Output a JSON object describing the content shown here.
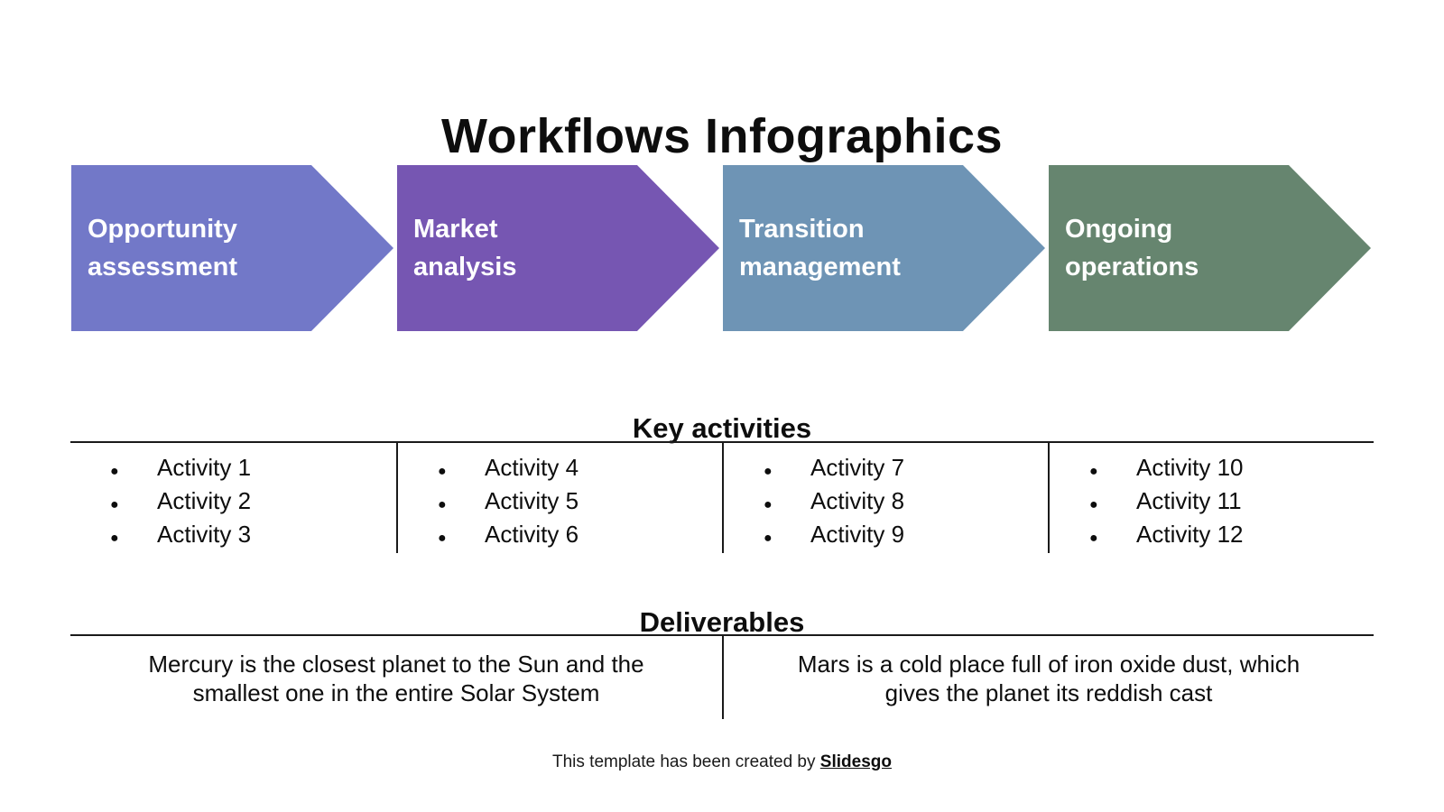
{
  "title": "Workflows Infographics",
  "colors": {
    "background": "#ffffff",
    "text": "#0d0d0d",
    "line": "#1a1a1a",
    "stage_label_text": "#ffffff"
  },
  "stages": [
    {
      "label": "Opportunity\nassessment",
      "color": "#7278c8"
    },
    {
      "label": "Market\nanalysis",
      "color": "#7656b2"
    },
    {
      "label": "Transition\nmanagement",
      "color": "#6e94b5"
    },
    {
      "label": "Ongoing\noperations",
      "color": "#66856f"
    }
  ],
  "key_activities": {
    "heading": "Key activities",
    "bullet_icon": "●",
    "columns": [
      {
        "items": [
          "Activity 1",
          "Activity 2",
          "Activity 3"
        ]
      },
      {
        "items": [
          "Activity 4",
          "Activity 5",
          "Activity 6"
        ]
      },
      {
        "items": [
          "Activity 7",
          "Activity 8",
          "Activity 9"
        ]
      },
      {
        "items": [
          "Activity 10",
          "Activity 11",
          "Activity 12"
        ]
      }
    ]
  },
  "deliverables": {
    "heading": "Deliverables",
    "items": [
      "Mercury is the closest planet to the Sun and the smallest one in the entire Solar System",
      "Mars is a cold place full of iron oxide dust, which gives the planet its reddish cast"
    ]
  },
  "footer": {
    "text": "This template has been created by ",
    "link_label": "Slidesgo"
  }
}
